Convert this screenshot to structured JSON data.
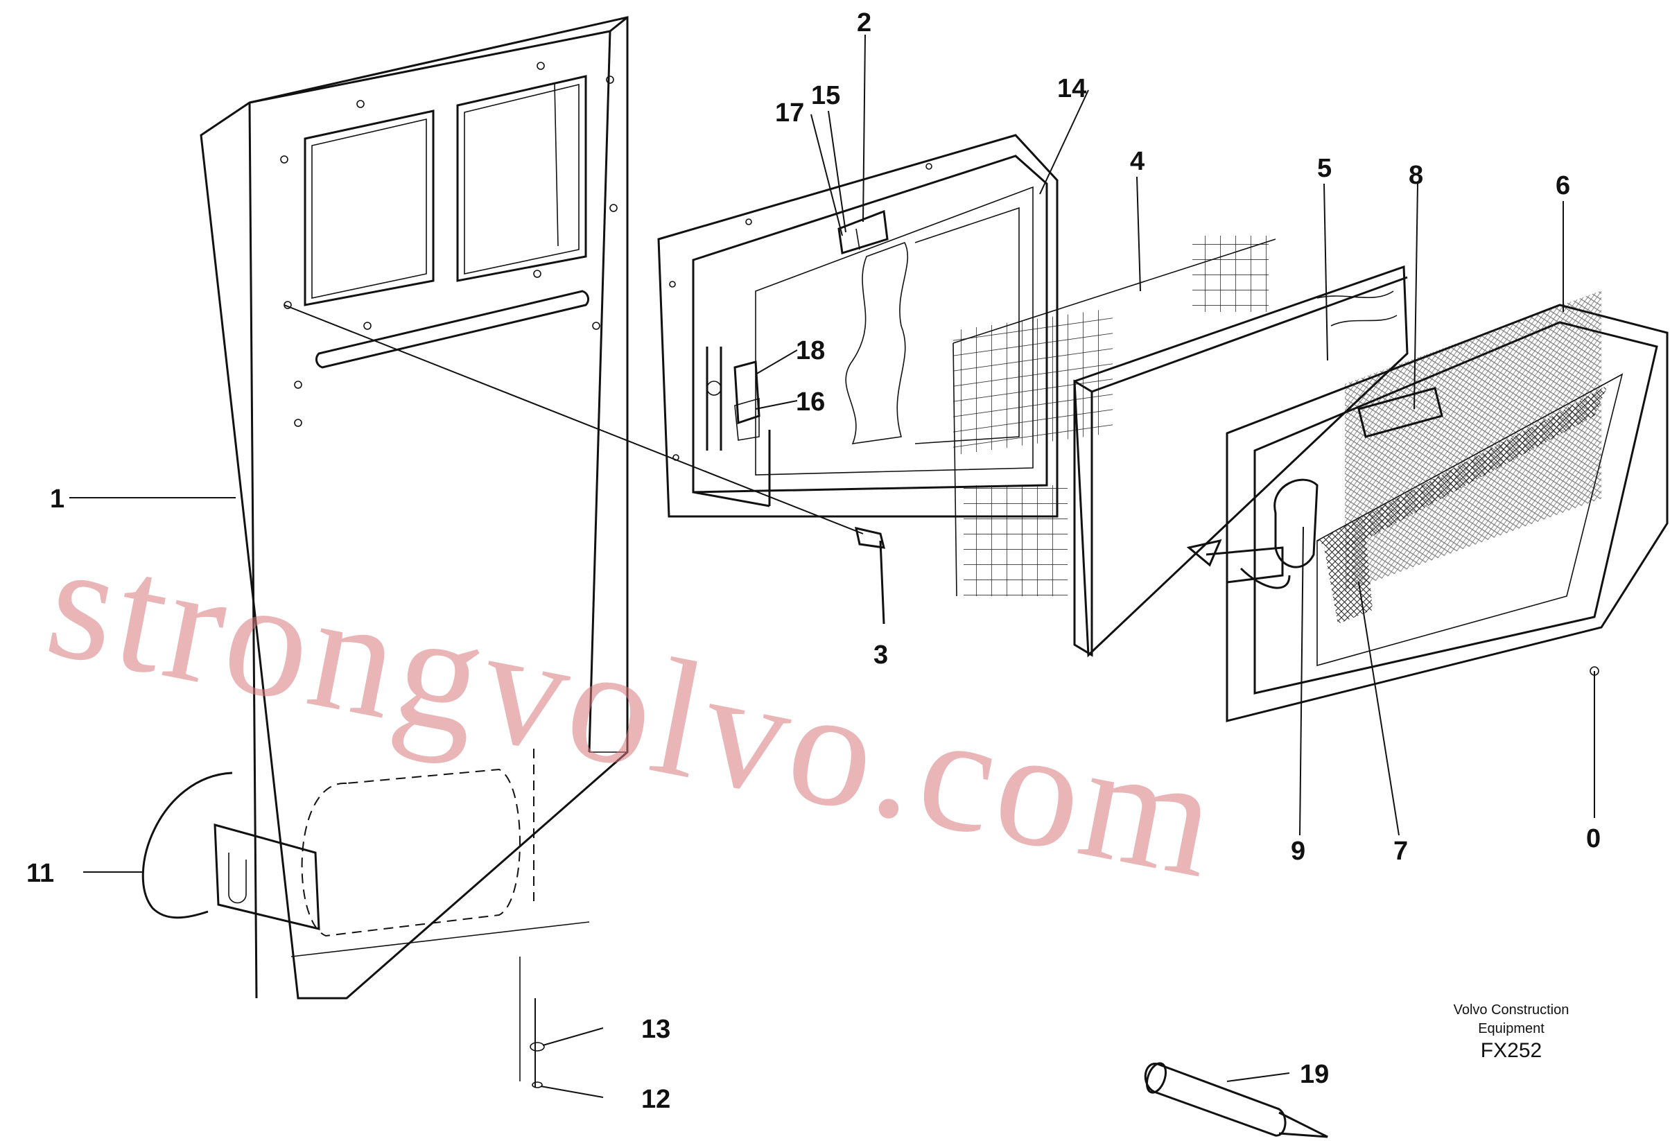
{
  "callouts": {
    "c1": "1",
    "c2": "2",
    "c3": "3",
    "c4": "4",
    "c5": "5",
    "c6": "6",
    "c7": "7",
    "c8": "8",
    "c9": "9",
    "c0": "0",
    "c11": "11",
    "c12": "12",
    "c13": "13",
    "c14": "14",
    "c15": "15",
    "c16": "16",
    "c17": "17",
    "c18": "18",
    "c19": "19"
  },
  "caption": {
    "line1": "Volvo Construction",
    "line2": "Equipment",
    "code": "FX252"
  },
  "watermark": "strongvolvo.com"
}
